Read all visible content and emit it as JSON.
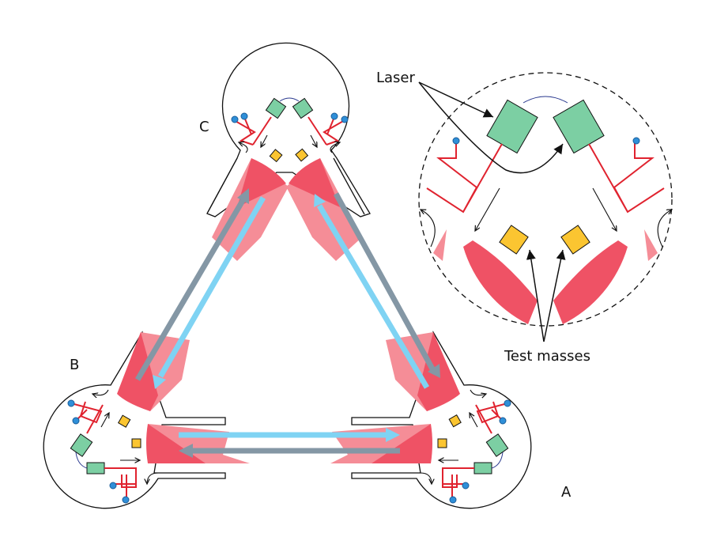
{
  "diagram": {
    "title": "",
    "spacecraft": [
      {
        "id": "A",
        "label": "A"
      },
      {
        "id": "B",
        "label": "B"
      },
      {
        "id": "C",
        "label": "C"
      }
    ],
    "callouts": {
      "laser": "Laser",
      "test_masses": "Test masses"
    },
    "components": {
      "laser": "laser-box",
      "test_mass": "test-mass",
      "telescope_beam": "telescope-beam",
      "photodetector": "photodetector",
      "optical_bench": "optical-bench"
    },
    "links": [
      {
        "from": "C",
        "to": "B",
        "beam": "outgoing"
      },
      {
        "from": "B",
        "to": "C",
        "beam": "incoming"
      },
      {
        "from": "C",
        "to": "A",
        "beam": "outgoing"
      },
      {
        "from": "A",
        "to": "C",
        "beam": "incoming"
      },
      {
        "from": "B",
        "to": "A",
        "beam": "outgoing"
      },
      {
        "from": "A",
        "to": "B",
        "beam": "incoming"
      }
    ],
    "inset": {
      "shows": "C",
      "style": "dashed-circle"
    }
  },
  "colors": {
    "laser": "#7ccfa3",
    "test_mass": "#fbc531",
    "beam_dark": "#ef5265",
    "beam_light": "#f58d97",
    "arrow_light": "#7fd3f3",
    "arrow_dark": "#8497a5",
    "bench_line": "#e0232f",
    "detector": "#2f8fd8",
    "fiber": "#2b3a8f",
    "outline": "#111111"
  }
}
